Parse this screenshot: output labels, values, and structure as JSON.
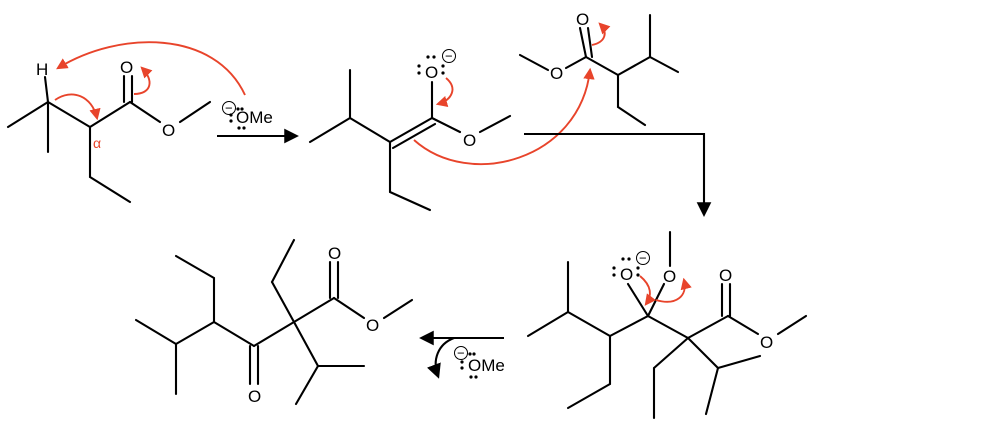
{
  "labels": {
    "h": "H",
    "o": "O",
    "alpha": "α",
    "ome": "OMe",
    "minus": "−",
    "lone_pair": ":",
    "dots": "••"
  },
  "colors": {
    "bond": "#000000",
    "electron_arrow": "#e8442b",
    "alpha_label": "#e8442b"
  }
}
